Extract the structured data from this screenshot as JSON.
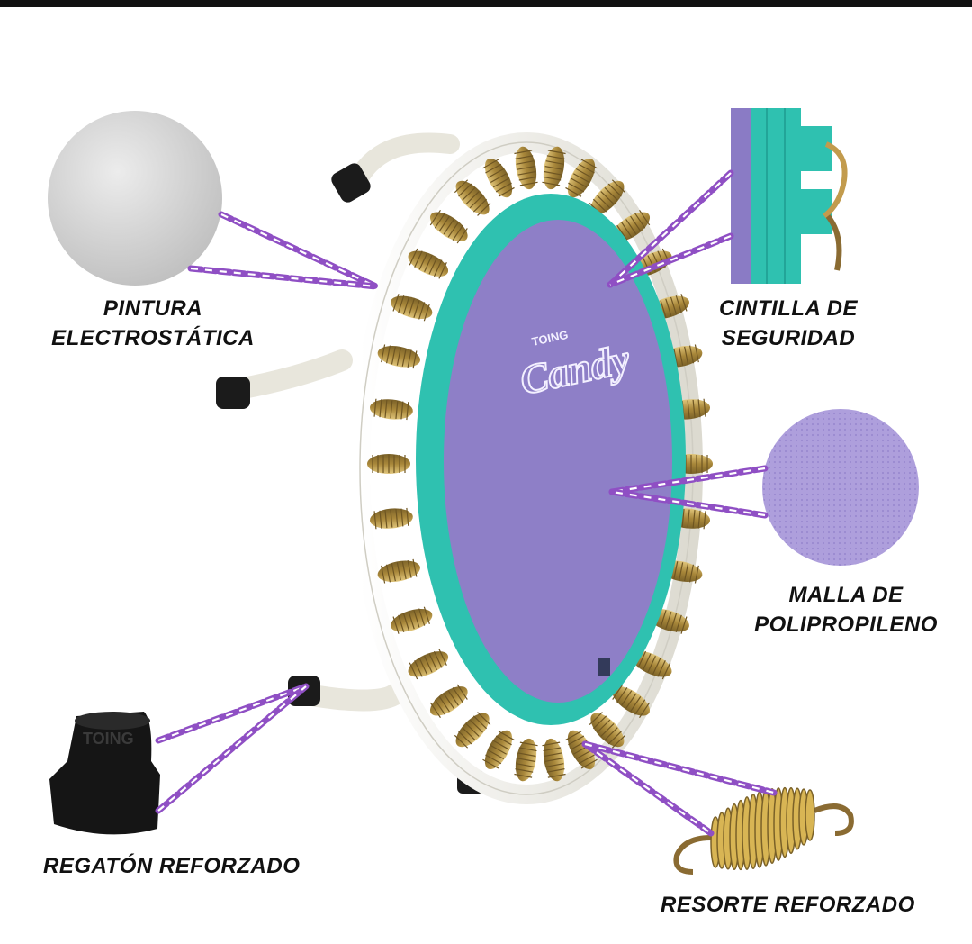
{
  "labels": {
    "pintura": [
      "PINTURA",
      "ELECTROSTÁTICA"
    ],
    "cintilla": [
      "CINTILLA DE",
      "SEGURIDAD"
    ],
    "malla": [
      "MALLA DE",
      "POLIPROPILENO"
    ],
    "regaton": "REGATÓN REFORZADO",
    "resorte": "RESORTE REFORZADO"
  },
  "brand": {
    "logo_small": "TOING",
    "logo_big": "Candy",
    "cap_text": "TOING"
  },
  "colors": {
    "mat": "#8e7fc7",
    "mat_edge": "#7a6cb6",
    "band": "#2fc1b0",
    "frame": "#efeee6",
    "spring": "#b89a4a",
    "chain": "#8f4fc4",
    "foot": "#1b1b1b",
    "texture_paint": "#d4d4d4",
    "texture_mesh": "#ad9fdc"
  }
}
